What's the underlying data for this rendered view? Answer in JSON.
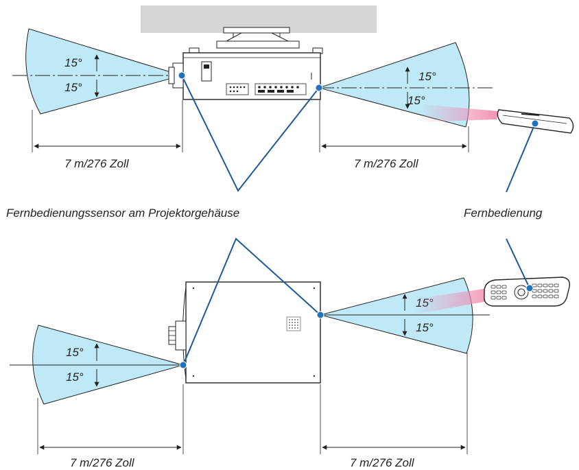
{
  "angle_label": "15°",
  "distance_label": "7 m/276 Zoll",
  "sensor_caption": "Fernbedienungssensor am Projektorgehäuse",
  "remote_caption": "Fernbedienung",
  "colors": {
    "cone_fill": "#bfe9f7",
    "cone_stroke": "#222222",
    "pointer_line": "#1a5a96",
    "sensor_dot": "#1e73be",
    "beam": "#f4a7c3",
    "placeholder_bar": "#d6d6d6"
  },
  "icons": {
    "projector_top": "projector-top-view-icon",
    "projector_bottom": "projector-bottom-view-icon",
    "remote_side": "remote-control-side-icon",
    "remote_front": "remote-control-front-icon"
  }
}
